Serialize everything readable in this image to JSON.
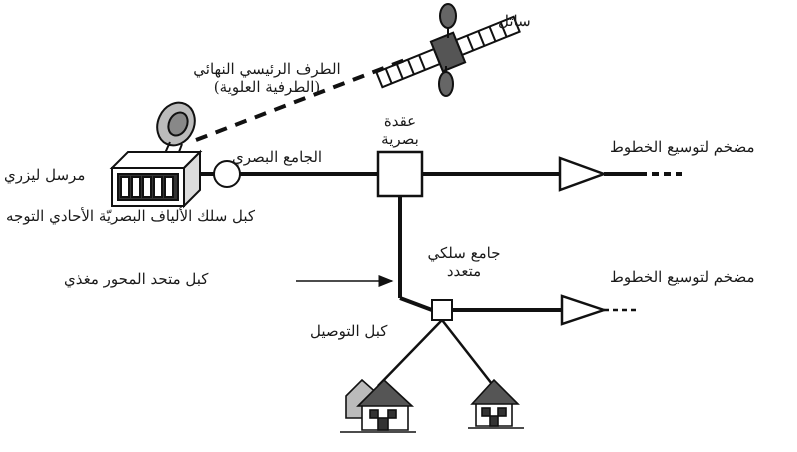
{
  "labels": {
    "satellite": "ساتل",
    "head_end_line1": "الطرف الرئيسي النهائي",
    "head_end_line2": "(الطرفية العلوية)",
    "optical_node_line1": "عقدة",
    "optical_node_line2": "بصرية",
    "optical_receiver": "الجامع البصري",
    "laser_transmitter": "مرسل ليزري",
    "fiber_cable": "كبل سلك الألياف البصريّة الأحادي التوجه",
    "amplifier_top": "مضخم لتوسيع الخطوط",
    "amplifier_bottom": "مضخم لتوسيع الخطوط",
    "wired_combiner_line1": "جامع سلكي",
    "wired_combiner_line2": "متعدد",
    "coax_feeder": "كبل متحد المحور مغذي",
    "drop_cable": "كبل التوصيل"
  }
}
